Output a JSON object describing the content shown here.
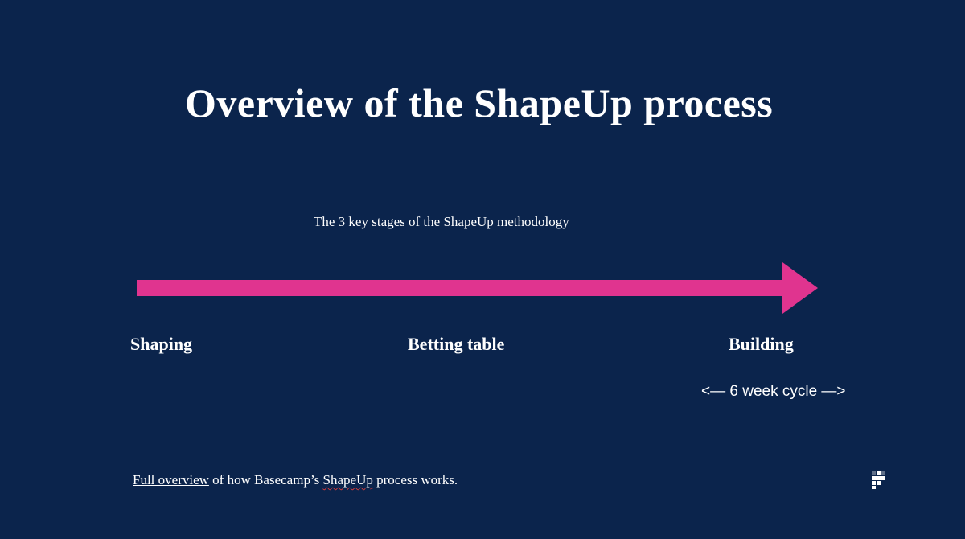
{
  "slide": {
    "title": "Overview of the ShapeUp process",
    "subtitle": "The 3 key stages of the ShapeUp methodology",
    "accent_color": "#e0348f",
    "background_color": "#0b244c"
  },
  "stages": [
    {
      "label": "Shaping"
    },
    {
      "label": "Betting table"
    },
    {
      "label": "Building"
    }
  ],
  "cycle_label": "<— 6 week cycle —>",
  "footer": {
    "link_text": "Full overview",
    "text_between": " of how Basecamp’s ",
    "flagged_word": "ShapeUp",
    "text_end": " process works."
  },
  "logo_icon": "grid-logo-icon"
}
